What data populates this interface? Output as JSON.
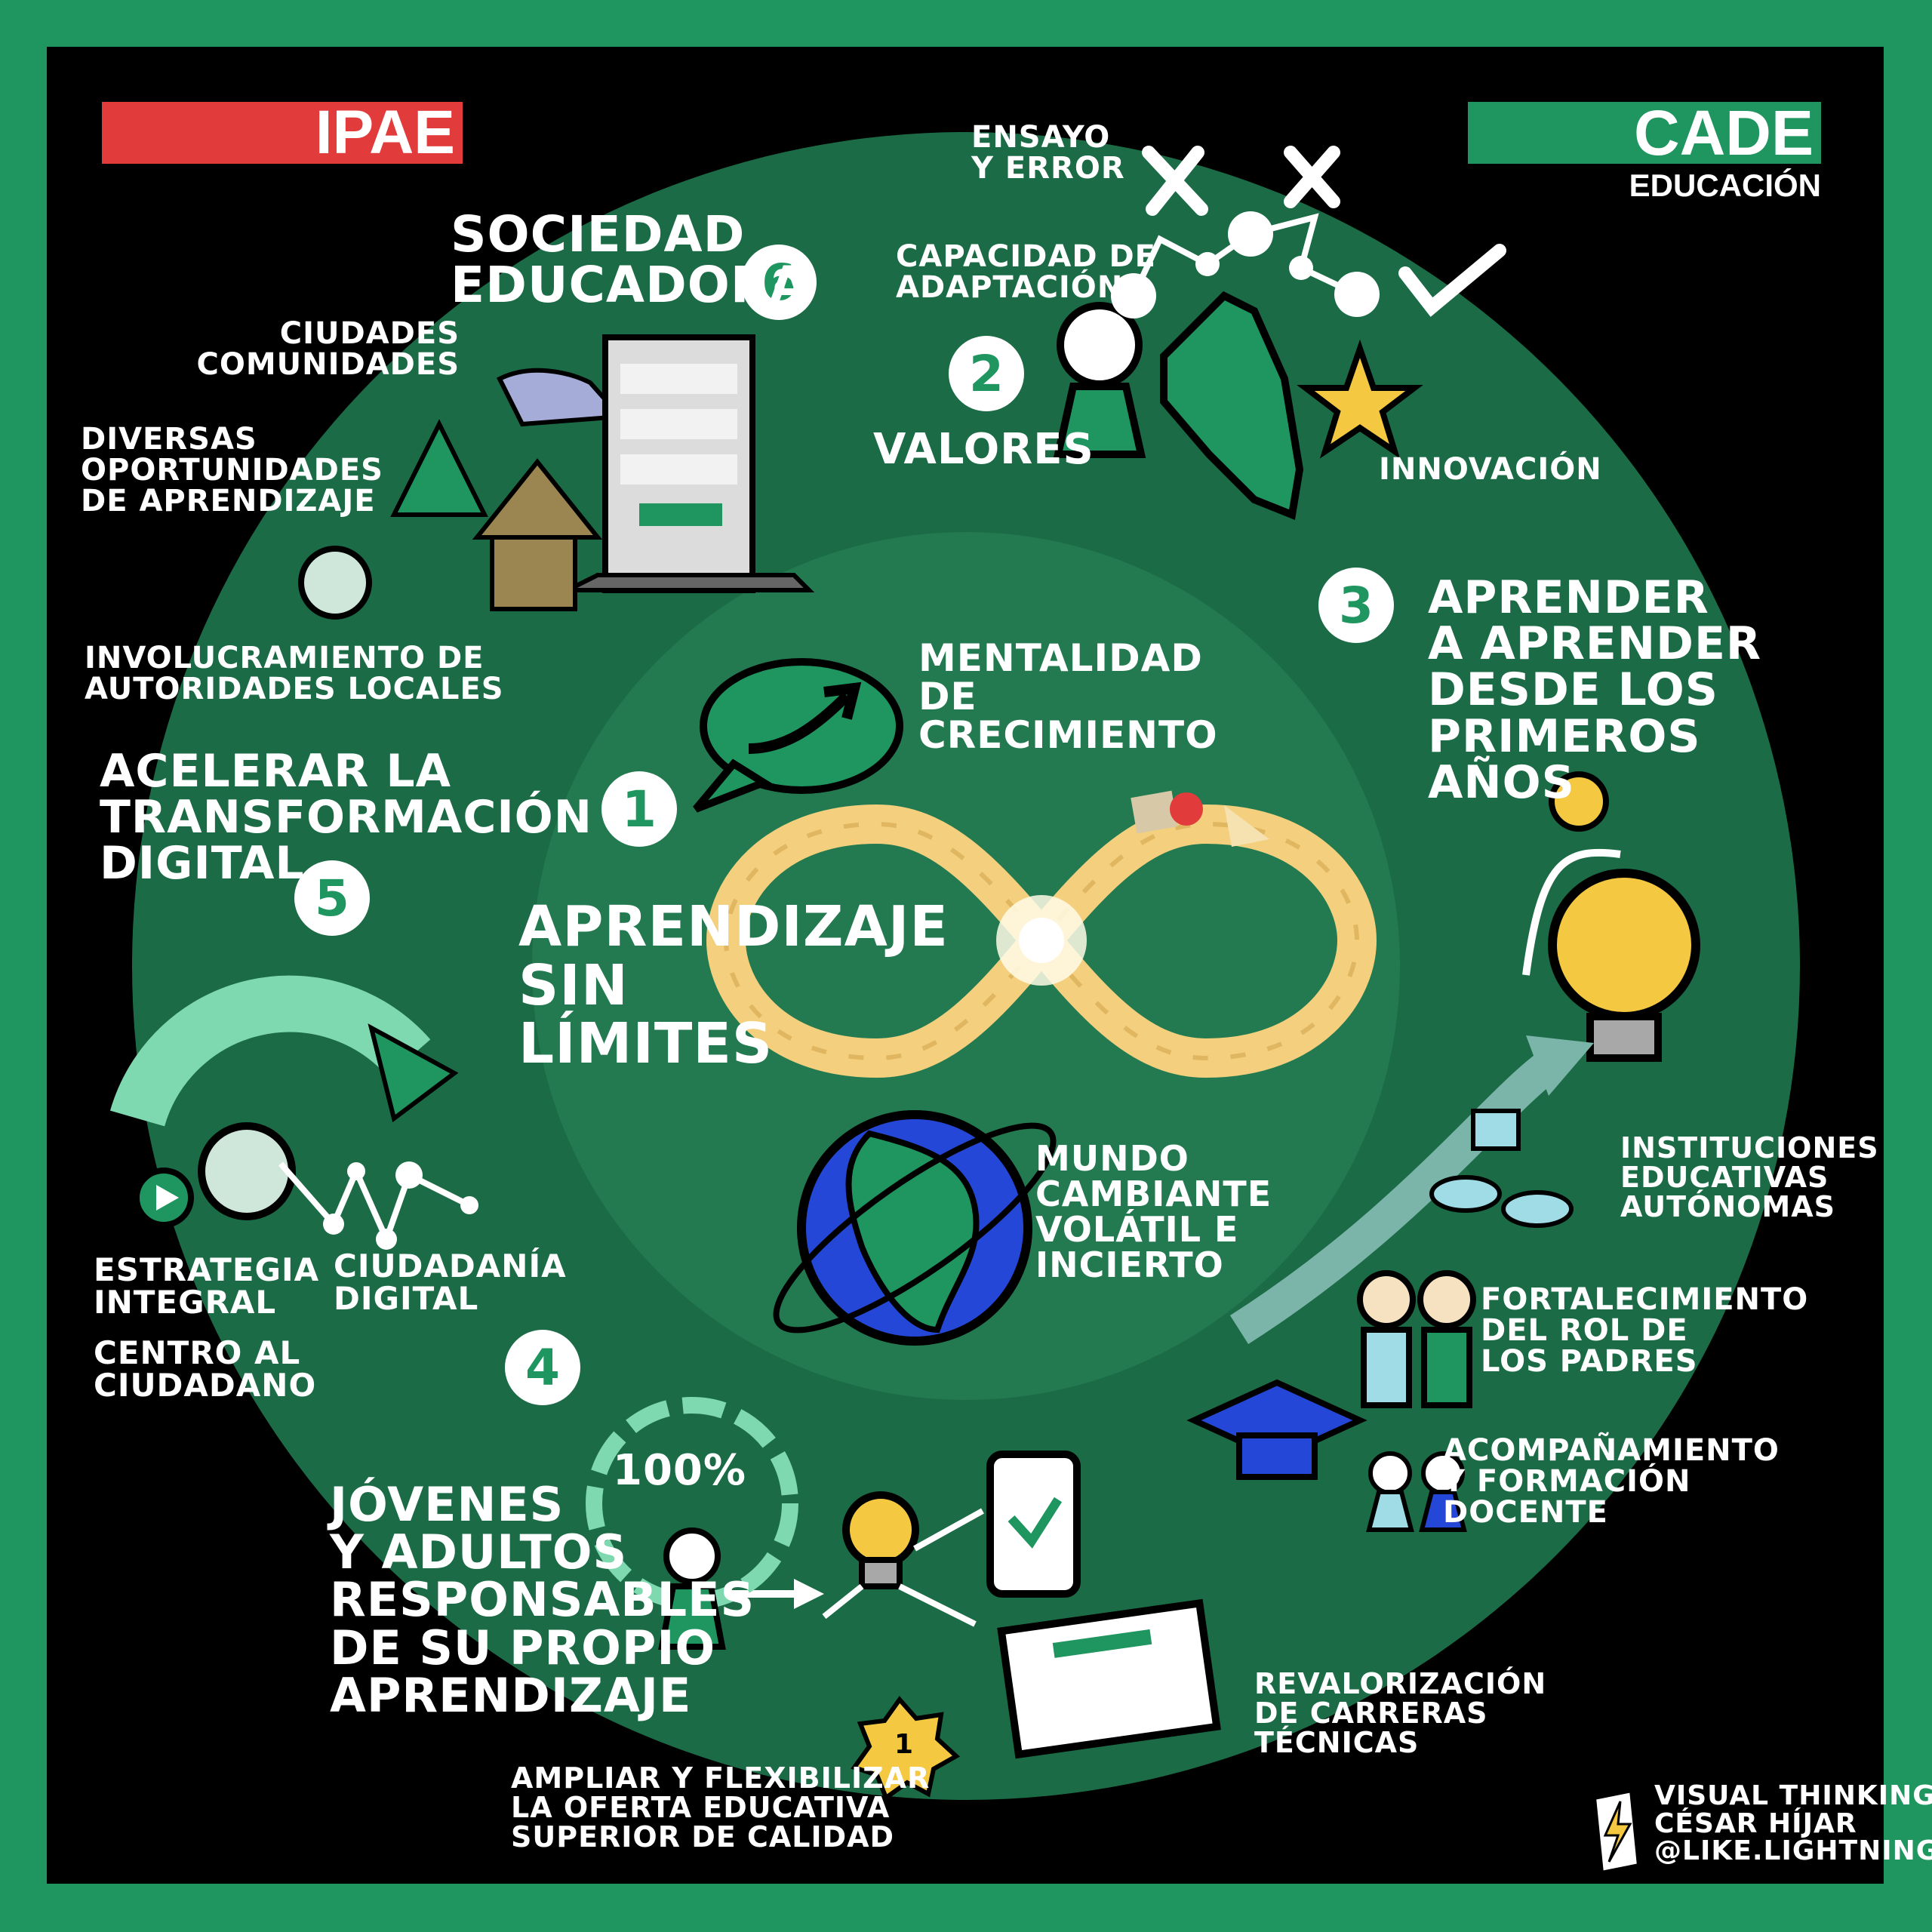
{
  "logos": {
    "left": {
      "text": "IPAE",
      "color": "#e23b3b"
    },
    "right": {
      "text": "CADE",
      "subtext": "EDUCACIÓN",
      "color": "#1f9660"
    }
  },
  "colors": {
    "frame": "#1f9660",
    "background": "#000000",
    "outer_ring": "#1b6b46",
    "inner_circle": "#237a50",
    "infinity": "#f3cf7e",
    "accent_yellow": "#f5c842",
    "globe_blue": "#2447d8"
  },
  "center": {
    "title": "APRENDIZAJE\nSIN\nLÍMITES"
  },
  "pillars": [
    {
      "number": "1",
      "label": "MENTALIDAD\nDE\nCRECIMIENTO"
    },
    {
      "number": "2",
      "label": "VALORES"
    },
    {
      "number": "3",
      "label": "APRENDER\nA APRENDER\nDESDE LOS\nPRIMEROS\nAÑOS"
    },
    {
      "number": "4",
      "label": "JÓVENES\nY ADULTOS\nRESPONSABLES\nDE SU PROPIO\nAPRENDIZAJE"
    },
    {
      "number": "5",
      "label": "ACELERAR LA\nTRANSFORMACIÓN\nDIGITAL"
    },
    {
      "number": "6",
      "label": "SOCIEDAD\nEDUCADORA"
    }
  ],
  "annotations": {
    "ensayo": "ENSAYO\nY ERROR",
    "capacidad": "CAPACIDAD DE\nADAPTACIÓN",
    "innovacion": "INNOVACIÓN",
    "ciudades": "CIUDADES\nCOMUNIDADES",
    "diversas": "DIVERSAS\nOPORTUNIDADES\nDE APRENDIZAJE",
    "involucramiento": "INVOLUCRAMIENTO DE\nAUTORIDADES LOCALES",
    "mundo": "MUNDO\nCAMBIANTE\nVOLÁTIL E\nINCIERTO",
    "estrategia": "ESTRATEGIA\nINTEGRAL",
    "ciudadania": "CIUDADANÍA\nDIGITAL",
    "centro": "CENTRO AL\nCIUDADANO",
    "instituciones": "INSTITUCIONES\nEDUCATIVAS\nAUTÓNOMAS",
    "fortalecimiento": "FORTALECIMIENTO\nDEL ROL DE\nLOS PADRES",
    "acompanamiento": "ACOMPAÑAMIENTO\nY FORMACIÓN\nDOCENTE",
    "revalorizacion": "REVALORIZACIÓN\nDE CARRERAS\nTÉCNICAS",
    "ampliar": "AMPLIAR Y FLEXIBILIZAR\nLA OFERTA EDUCATIVA\nSUPERIOR DE CALIDAD",
    "cien": "100%",
    "medal": "1"
  },
  "credit": {
    "text": "VISUAL THINKING\nCÉSAR HÍJAR\n@LIKE.LIGHTNING",
    "icon": "lightning-icon"
  }
}
